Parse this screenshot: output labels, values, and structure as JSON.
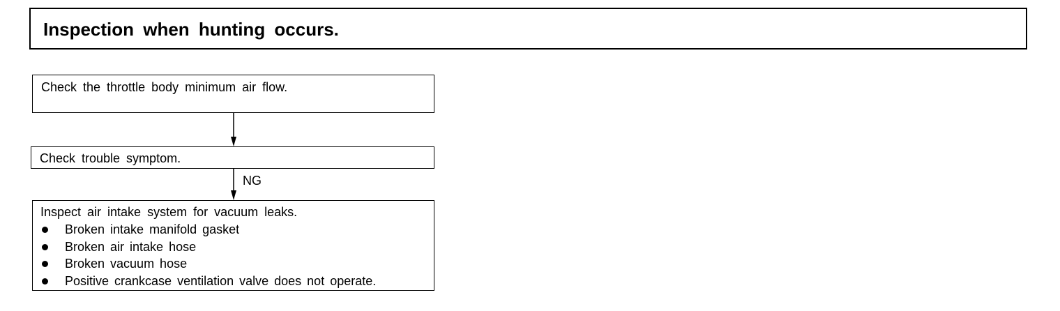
{
  "title": "Inspection when hunting occurs.",
  "steps": [
    {
      "text": "Check the throttle body minimum air flow."
    },
    {
      "text": "Check trouble symptom."
    },
    {
      "text": "Inspect air intake system for vacuum leaks.",
      "items": [
        "Broken intake manifold gasket",
        "Broken air intake hose",
        "Broken vacuum hose",
        "Positive crankcase ventilation valve does not operate."
      ]
    }
  ],
  "connectors": [
    {
      "from": 0,
      "to": 1,
      "label": ""
    },
    {
      "from": 1,
      "to": 2,
      "label": "NG"
    }
  ]
}
